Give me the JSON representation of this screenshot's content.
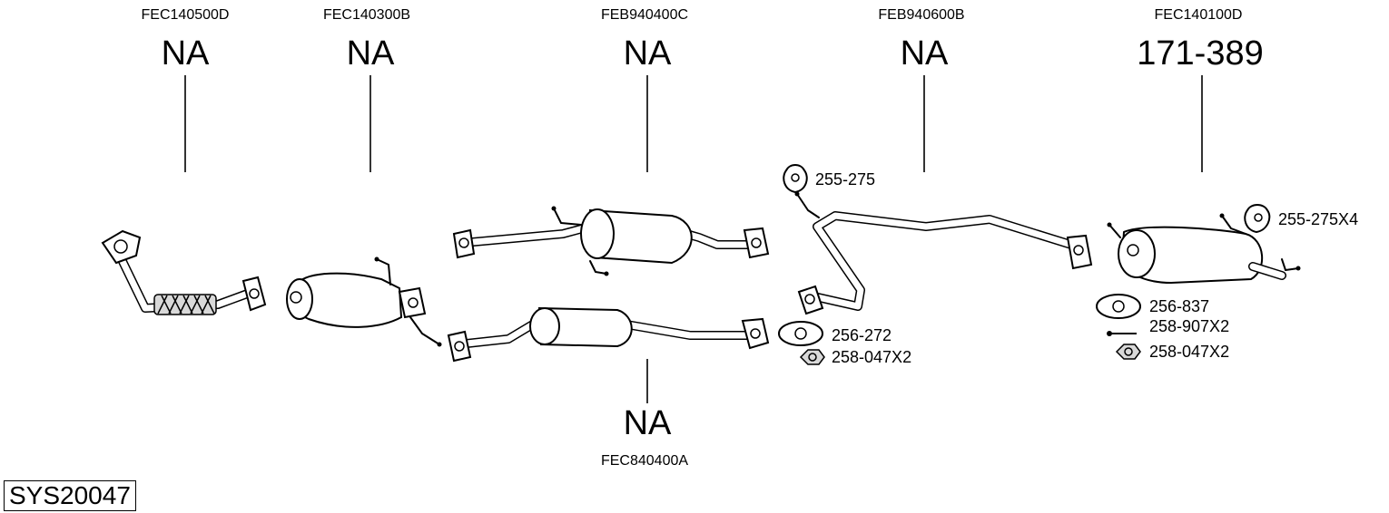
{
  "diagram_id": "SYS20047",
  "parts": [
    {
      "code": "FEC140500D",
      "price": "NA"
    },
    {
      "code": "FEC140300B",
      "price": "NA"
    },
    {
      "code": "FEB940400C",
      "price": "NA"
    },
    {
      "code": "FEB940600B",
      "price": "NA"
    },
    {
      "code": "FEC140100D",
      "price": "171-389"
    },
    {
      "code": "FEC840400A",
      "price": "NA"
    }
  ],
  "accessories": [
    {
      "code": "255-275"
    },
    {
      "code": "256-272"
    },
    {
      "code": "258-047X2"
    },
    {
      "code": "255-275X4"
    },
    {
      "code": "256-837"
    },
    {
      "code": "258-907X2"
    },
    {
      "code": "258-047X2"
    }
  ]
}
